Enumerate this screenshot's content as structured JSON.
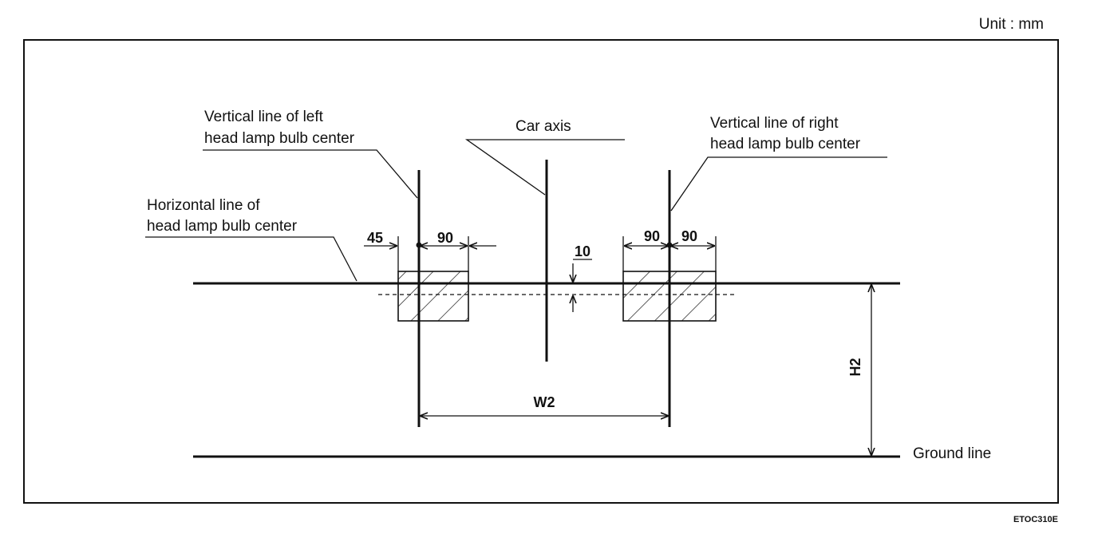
{
  "unit_label": "Unit : mm",
  "labels": {
    "left_vertical_line1": "Vertical line of left",
    "left_vertical_line2": "head lamp bulb center",
    "car_axis": "Car axis",
    "right_vertical_line1": "Vertical line of right",
    "right_vertical_line2": "head lamp bulb center",
    "horizontal_line1": "Horizontal line of",
    "horizontal_line2": "head lamp bulb center",
    "ground_line": "Ground line"
  },
  "dimensions": {
    "left_offset": "45",
    "left_width": "90",
    "vertical_offset": "10",
    "right_width_left": "90",
    "right_width_right": "90",
    "lamp_spacing": "W2",
    "lamp_height": "H2"
  },
  "figure_code": "ETOC310E"
}
